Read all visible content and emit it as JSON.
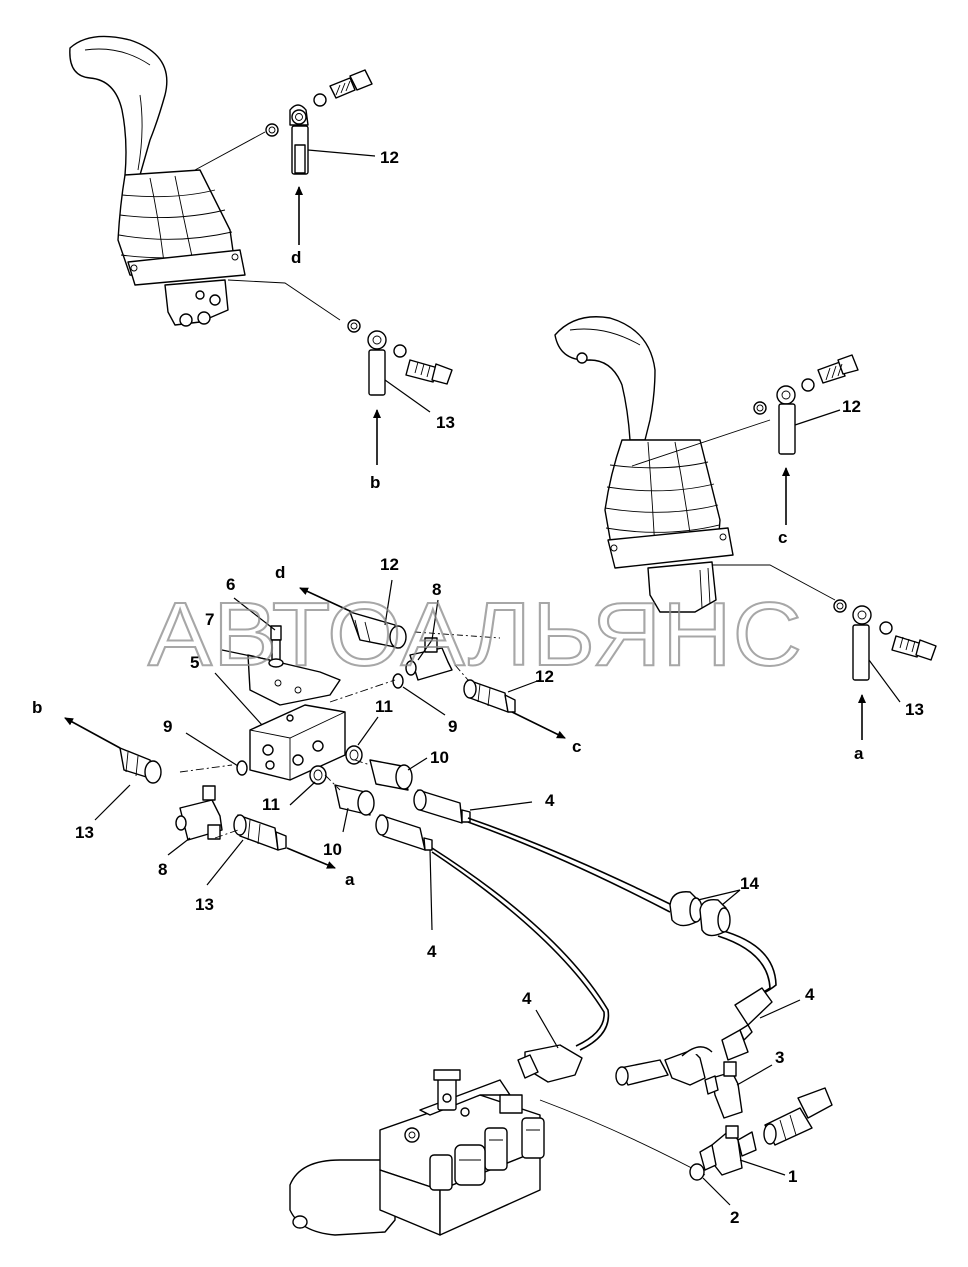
{
  "watermark": "АВТОАЛЬЯНС",
  "callouts": {
    "n1": "1",
    "n2": "2",
    "n3": "3",
    "n4a": "4",
    "n4b": "4",
    "n4c": "4",
    "n4d": "4",
    "n5": "5",
    "n6": "6",
    "n7": "7",
    "n8a": "8",
    "n8b": "8",
    "n9a": "9",
    "n9b": "9",
    "n10a": "10",
    "n10b": "10",
    "n11a": "11",
    "n11b": "11",
    "n12a": "12",
    "n12b": "12",
    "n12c": "12",
    "n12d": "12",
    "n13a": "13",
    "n13b": "13",
    "n13c": "13",
    "n13d": "13",
    "n14": "14"
  },
  "connections": {
    "d_top": "d",
    "b_top": "b",
    "c_right": "c",
    "a_right": "a",
    "d_mid": "d",
    "b_mid": "b",
    "c_mid": "c",
    "a_mid": "a"
  }
}
